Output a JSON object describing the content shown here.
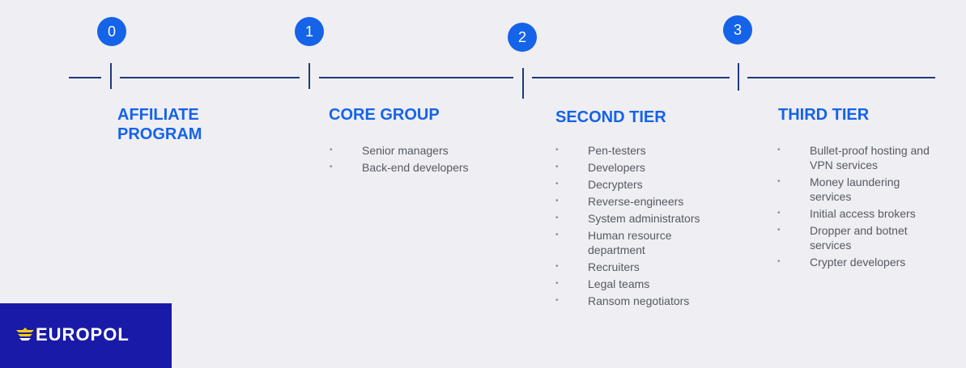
{
  "stages": [
    {
      "number": "0",
      "title": "AFFILIATE PROGRAM",
      "items": []
    },
    {
      "number": "1",
      "title": "CORE GROUP",
      "items": [
        "Senior managers",
        "Back-end developers"
      ]
    },
    {
      "number": "2",
      "title": "SECOND TIER",
      "items": [
        "Pen-testers",
        "Developers",
        "Decrypters",
        "Reverse-engineers",
        "System administrators",
        "Human resource department",
        "Recruiters",
        "Legal teams",
        "Ransom negotiators"
      ]
    },
    {
      "number": "3",
      "title": "THIRD TIER",
      "items": [
        "Bullet-proof hosting and VPN services",
        "Money laundering services",
        "Initial access brokers",
        "Dropper and botnet services",
        "Crypter developers"
      ]
    }
  ],
  "logo": {
    "text": "EUROPOL"
  },
  "colors": {
    "accent": "#1463e8",
    "line": "#1f3a7a",
    "logo_bg": "#1a1aa8",
    "text": "#555a63"
  }
}
